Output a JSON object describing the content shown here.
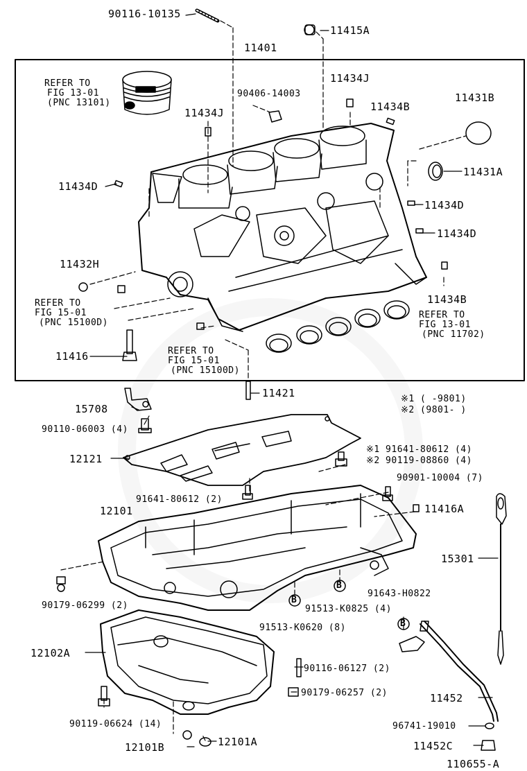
{
  "labels": {
    "p90116_10135": "90116-10135",
    "p11415A": "11415A",
    "p11401": "11401",
    "refer_piston_1": "REFER TO",
    "refer_piston_2": "FIG 13-01",
    "refer_piston_3": "(PNC 13101)",
    "p90406_14003": "90406-14003",
    "p11434J_a": "11434J",
    "p11434J_b": "11434J",
    "p11434B_top": "11434B",
    "p11431B": "11431B",
    "p11431A": "11431A",
    "p11434D_left": "11434D",
    "p11434D_r1": "11434D",
    "p11434D_r2": "11434D",
    "p11434B_r": "11434B",
    "p11432H": "11432H",
    "refer_l_1": "REFER TO",
    "refer_l_2": "FIG 15-01",
    "refer_l_3": "(PNC 15100D)",
    "refer_b_1": "REFER TO",
    "refer_b_2": "FIG 13-01",
    "refer_b_3": "(PNC 11702)",
    "refer_c_1": "REFER TO",
    "refer_c_2": "FIG 15-01",
    "refer_c_3": "(PNC 15100D)",
    "p11416": "11416",
    "p11421": "11421",
    "p15708": "15708",
    "note1": "※1 (     -9801)",
    "note2": "※2 (9801-     )",
    "p90110_06003": "90110-06003 (4)",
    "p12121": "12121",
    "p91641_80612_4": "※1 91641-80612 (4)",
    "p90119_08860": "※2 90119-08860 (4)",
    "p90901_10004": "90901-10004 (7)",
    "p91641_80612_2": "91641-80612 (2)",
    "p12101": "12101",
    "p11416A": "11416A",
    "p15301": "15301",
    "p90179_06299": "90179-06299 (2)",
    "p91643_H0822": "91643-H0822",
    "p91513_K0825": "91513-K0825 (4)",
    "p91513_K0620": "91513-K0620 (8)",
    "p12102A": "12102A",
    "p90116_06127": "90116-06127 (2)",
    "p90179_06257": "90179-06257 (2)",
    "p11452": "11452",
    "p90119_06624": "90119-06624 (14)",
    "p96741_19010": "96741-19010",
    "p12101B": "12101B",
    "p12101A": "12101A",
    "p11452C": "11452C",
    "fig_id": "110655-A"
  },
  "callout_letter": "B"
}
